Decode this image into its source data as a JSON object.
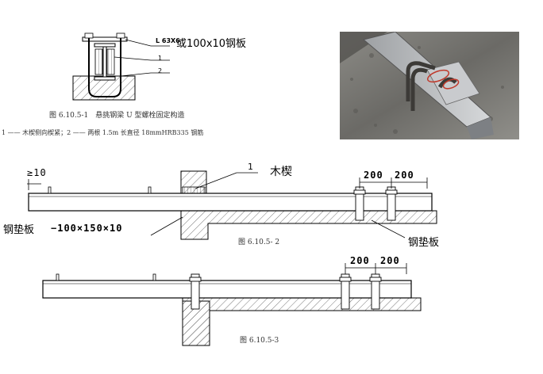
{
  "fig1": {
    "angle_label": "L 63X6",
    "plate_label": "或100x10钢板",
    "callout_1": "1",
    "callout_2": "2",
    "caption": "图 6.10.5-1　悬挑钢梁 U 型螺栓固定构造",
    "legend": "1 —— 木楔侧向楔紧；2 —— 两根 1.5m 长直径 18mmHRB335 钢筋"
  },
  "fig2": {
    "dim_min": "≥10",
    "callout_1": "1",
    "wood_wedge": "木楔",
    "steel_plate_left": "钢垫板",
    "plate_size": "−100×150×10",
    "dim_a": "200",
    "dim_b": "200",
    "steel_plate_right": "钢垫板",
    "caption": "图 6.10.5- 2"
  },
  "fig3": {
    "dim_a": "200",
    "dim_b": "200",
    "caption": "图 6.10.5-3"
  },
  "colors": {
    "line": "#000000",
    "hatch": "#555555",
    "photo_bg": "#7d7c78",
    "steel": "#b9bcc0",
    "rebar": "#3c3a37"
  }
}
